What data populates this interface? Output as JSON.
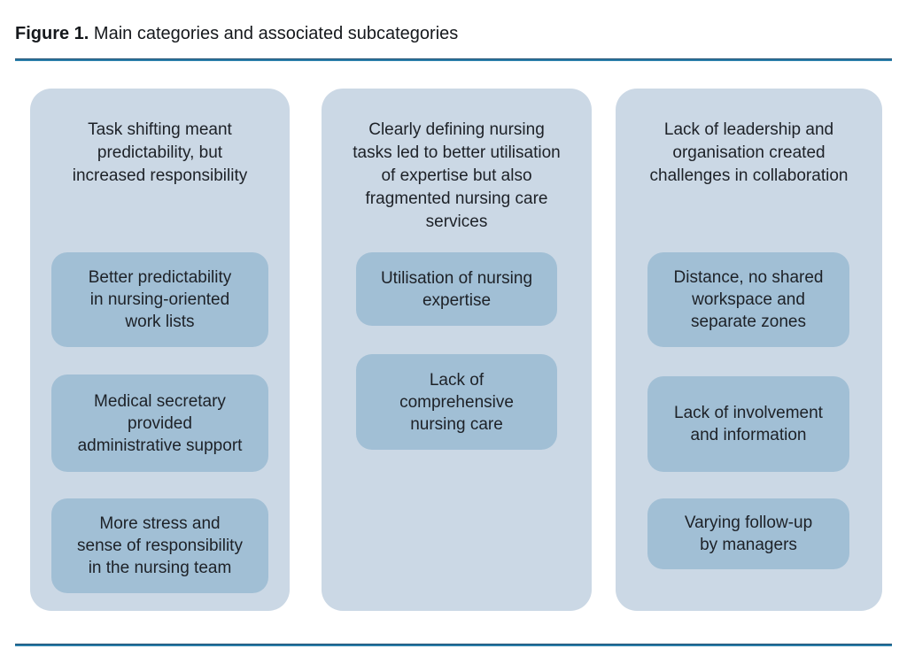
{
  "figure": {
    "label": "Figure 1.",
    "title": " Main categories and associated subcategories"
  },
  "colors": {
    "column_bg": "#cbd8e5",
    "subbox_bg": "#a1bfd5",
    "rule_dark": "#1a4a6e",
    "rule_teal": "#2b7ea9",
    "text": "#1d2127"
  },
  "columns": [
    {
      "header": "Task shifting meant\npredictability, but\nincreased responsibility",
      "subcategories": [
        "Better predictability\nin nursing-oriented\nwork lists",
        "Medical secretary\nprovided\nadministrative support",
        "More stress and\nsense of responsibility\nin the nursing team"
      ]
    },
    {
      "header": "Clearly defining nursing\ntasks led to better utilisation\nof expertise but also\nfragmented nursing care\nservices",
      "subcategories": [
        "Utilisation of nursing\nexpertise",
        "Lack of\ncomprehensive\nnursing care"
      ]
    },
    {
      "header": "Lack of leadership and\norganisation created\nchallenges in collaboration",
      "subcategories": [
        "Distance, no shared\nworkspace and\nseparate zones",
        "Lack of involvement\nand information",
        "Varying follow-up\nby managers"
      ]
    }
  ]
}
